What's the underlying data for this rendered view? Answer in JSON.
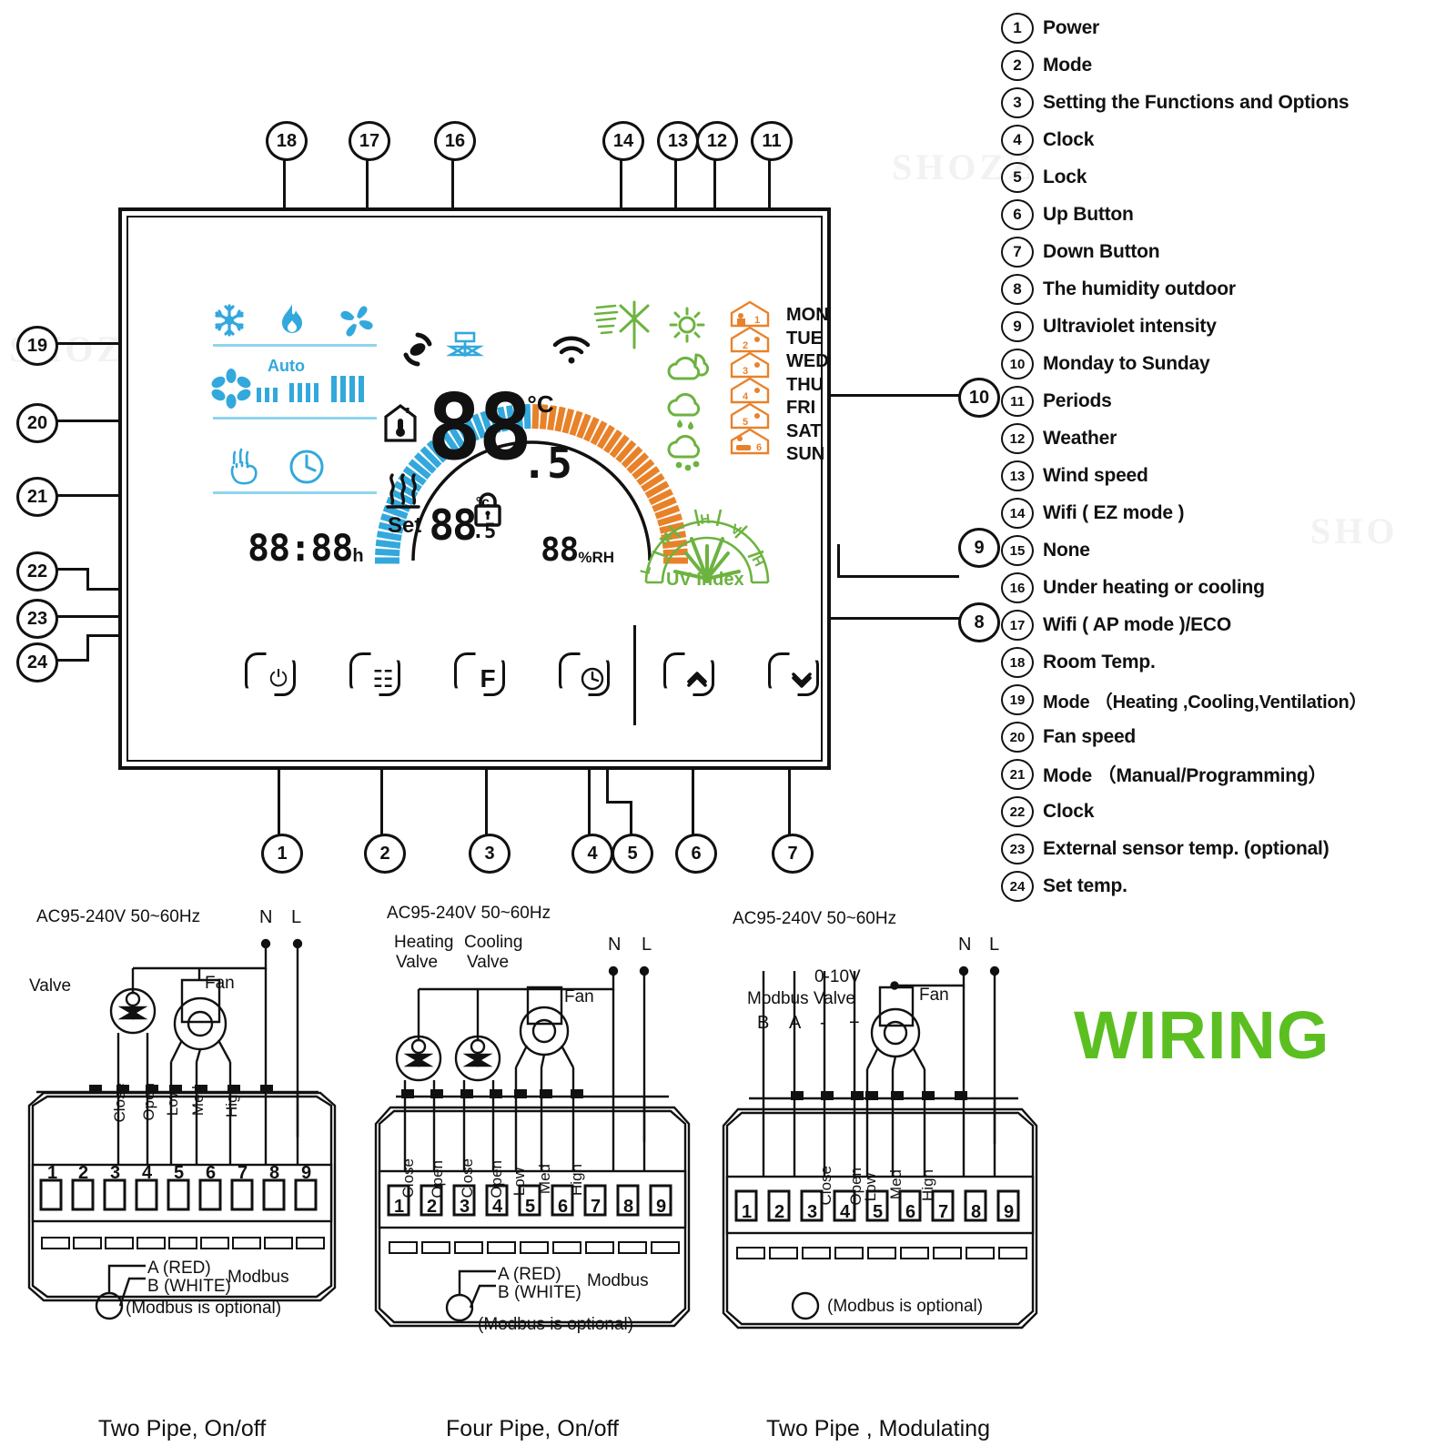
{
  "legend": {
    "items": [
      {
        "n": "1",
        "label": "Power"
      },
      {
        "n": "2",
        "label": "Mode"
      },
      {
        "n": "3",
        "label": "Setting the Functions and Options"
      },
      {
        "n": "4",
        "label": "Clock"
      },
      {
        "n": "5",
        "label": "Lock"
      },
      {
        "n": "6",
        "label": "Up Button"
      },
      {
        "n": "7",
        "label": "Down Button"
      },
      {
        "n": "8",
        "label": "The humidity outdoor"
      },
      {
        "n": "9",
        "label": "Ultraviolet intensity"
      },
      {
        "n": "10",
        "label": "Monday to Sunday"
      },
      {
        "n": "11",
        "label": "Periods"
      },
      {
        "n": "12",
        "label": "Weather"
      },
      {
        "n": "13",
        "label": "Wind speed"
      },
      {
        "n": "14",
        "label": "Wifi ( EZ mode )"
      },
      {
        "n": "15",
        "label": "None"
      },
      {
        "n": "16",
        "label": "Under heating or cooling"
      },
      {
        "n": "17",
        "label": "Wifi ( AP mode )/ECO"
      },
      {
        "n": "18",
        "label": "Room Temp."
      },
      {
        "n": "19",
        "label": "Mode （Heating ,Cooling,Ventilation）"
      },
      {
        "n": "20",
        "label": "Fan speed"
      },
      {
        "n": "21",
        "label": "Mode （Manual/Programming）"
      },
      {
        "n": "22",
        "label": "Clock"
      },
      {
        "n": "23",
        "label": " External sensor temp. (optional)"
      },
      {
        "n": "24",
        "label": "Set temp."
      }
    ]
  },
  "callouts": {
    "top": [
      "18",
      "17",
      "16",
      "14",
      "13",
      "12",
      "11"
    ],
    "left": [
      "19",
      "20",
      "21",
      "22",
      "23",
      "24"
    ],
    "bottom": [
      "1",
      "2",
      "3",
      "4",
      "5",
      "6",
      "7"
    ],
    "right": [
      "10",
      "9",
      "8"
    ]
  },
  "display": {
    "room_temp": "88",
    "room_temp_decimal": ".5",
    "room_temp_unit": "°C",
    "set_label": "Set",
    "set_temp": "88",
    "set_temp_decimal": ".5",
    "set_temp_unit": "°c",
    "clock": "88:88",
    "clock_unit": "h",
    "humidity": "88",
    "humidity_unit": "%RH",
    "fan_auto_label": "Auto",
    "uv_label": "UV Index",
    "uv_segments": [
      "L",
      "M",
      "H",
      "V",
      "H"
    ],
    "weekdays": [
      "MON",
      "TUE",
      "WED",
      "THU",
      "FRI",
      "SAT",
      "SUN"
    ],
    "periods": [
      "1",
      "2",
      "3",
      "4",
      "5",
      "6"
    ],
    "mode_icons": [
      "snowflake-cooling-icon",
      "flame-heating-icon",
      "fan-ventilation-icon"
    ],
    "fan_icons": [
      "fan-speed-icon",
      "fan-bars-icon"
    ],
    "program_icons": [
      "manual-hand-icon",
      "clock-programming-icon"
    ],
    "status_icons": [
      "eco-leaf-icon",
      "valve-icon",
      "wifi-icon",
      "home-thermometer-icon",
      "heating-waves-icon",
      "lock-icon"
    ],
    "weather_icons": [
      "wind-icon",
      "windmill-icon",
      "sun-icon",
      "cloud-sun-icon",
      "rain-icon",
      "snow-icon"
    ]
  },
  "buttons": [
    {
      "name": "power-button",
      "glyph": "⏻"
    },
    {
      "name": "mode-button",
      "glyph": "☷"
    },
    {
      "name": "function-button",
      "glyph": "F"
    },
    {
      "name": "clock-button",
      "glyph": "◴"
    },
    {
      "name": "up-button",
      "glyph": "«"
    },
    {
      "name": "down-button",
      "glyph": "»"
    }
  ],
  "wiring": {
    "heading": "WIRING",
    "diagrams": [
      {
        "id": "two-pipe-onoff",
        "supply": "AC95-240V  50~60Hz",
        "title": "Two Pipe, On/off",
        "device_labels": [
          "Valve",
          "Fan"
        ],
        "mains": [
          "N",
          "L"
        ],
        "terminal_numbers": [
          "1",
          "2",
          "3",
          "4",
          "5",
          "6",
          "7",
          "8",
          "9"
        ],
        "terminal_labels": [
          "Close",
          "Open",
          "Low",
          "Med",
          "High"
        ],
        "modbus_a": "A (RED)",
        "modbus_b": "B (WHITE)",
        "modbus_title": "Modbus",
        "modbus_note": "(Modbus is optional)"
      },
      {
        "id": "four-pipe-onoff",
        "supply": "AC95-240V  50~60Hz",
        "title": "Four Pipe, On/off",
        "device_labels": [
          "Heating",
          "Cooling",
          "Valve",
          "Valve",
          "Fan"
        ],
        "mains": [
          "N",
          "L"
        ],
        "terminal_numbers": [
          "1",
          "2",
          "3",
          "4",
          "5",
          "6",
          "7",
          "8",
          "9"
        ],
        "terminal_labels": [
          "Close",
          "Open",
          "Close",
          "Open",
          "Low",
          "Med",
          "High"
        ],
        "modbus_a": "A (RED)",
        "modbus_b": "B (WHITE)",
        "modbus_title": "Modbus",
        "modbus_note": "(Modbus is optional)"
      },
      {
        "id": "two-pipe-modulating",
        "supply": "AC95-240V  50~60Hz",
        "title": "Two Pipe , Modulating",
        "device_labels": [
          "0-10V",
          "Modbus Valve",
          "Fan"
        ],
        "bus_pins": [
          "B",
          "A",
          "-",
          "+"
        ],
        "mains": [
          "N",
          "L"
        ],
        "terminal_numbers": [
          "1",
          "2",
          "3",
          "4",
          "5",
          "6",
          "7",
          "8",
          "9"
        ],
        "terminal_labels": [
          "Close",
          "Open",
          "Low",
          "Med",
          "High"
        ],
        "modbus_note": "(Modbus is optional)"
      }
    ]
  },
  "colors": {
    "cyan": "#33a8dc",
    "orange": "#e8822a",
    "green": "#6cb33f",
    "wiring_green": "#5bbf21",
    "ink": "#111111"
  },
  "watermarks": [
    "SHOZZ",
    "SHOZZ",
    "SHOZZ",
    "SHOZZ",
    "SHOZZ"
  ]
}
